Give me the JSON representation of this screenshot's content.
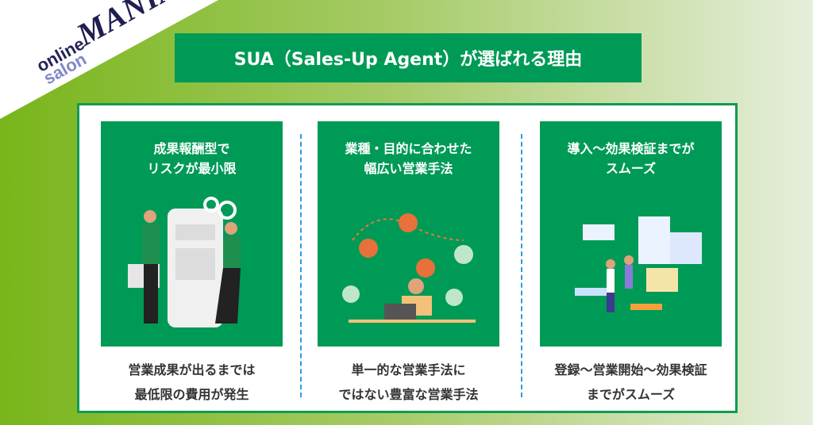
{
  "logo": {
    "line1": "online",
    "line2": "salon",
    "brand": "MANIA"
  },
  "title": "SUA（Sales-Up Agent）が選ばれる理由",
  "cards": [
    {
      "heading1": "成果報酬型で",
      "heading2": "リスクが最小限",
      "desc1": "営業成果が出るまでは",
      "desc2": "最低限の費用が発生"
    },
    {
      "heading1": "業種・目的に合わせた",
      "heading2": "幅広い営業手法",
      "desc1": "単一的な営業手法に",
      "desc2": "ではない豊富な営業手法"
    },
    {
      "heading1": "導入～効果検証までが",
      "heading2": "スムーズ",
      "desc1": "登録～営業開始～効果検証",
      "desc2": "までがスムーズ"
    }
  ],
  "colors": {
    "green": "#009a57",
    "divider": "#2a9ee0"
  }
}
